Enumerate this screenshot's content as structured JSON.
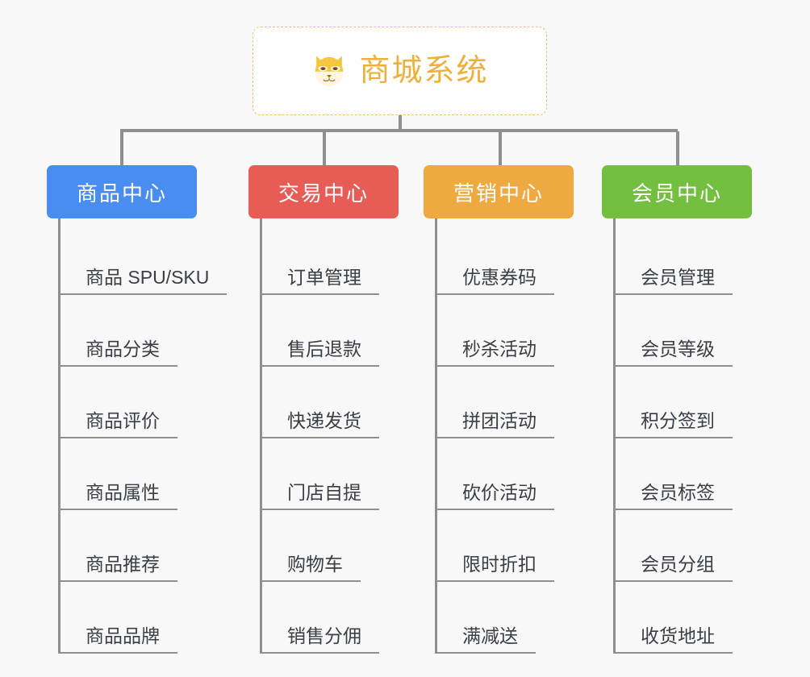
{
  "root": {
    "title": "商城系统",
    "icon": "shiba-dog-face-icon",
    "text_color": "#eeb03c",
    "border_color": "#f0c070",
    "background": "#ffffff"
  },
  "canvas": {
    "background": "#f8f8f8",
    "connector_color": "#8f8f8f"
  },
  "columns": [
    {
      "header": "商品中心",
      "color": "#4a8df0",
      "items": [
        "商品 SPU/SKU",
        "商品分类",
        "商品评价",
        "商品属性",
        "商品推荐",
        "商品品牌"
      ]
    },
    {
      "header": "交易中心",
      "color": "#e75d56",
      "items": [
        "订单管理",
        "售后退款",
        "快递发货",
        "门店自提",
        "购物车",
        "销售分佣"
      ]
    },
    {
      "header": "营销中心",
      "color": "#eeaa40",
      "items": [
        "优惠券码",
        "秒杀活动",
        "拼团活动",
        "砍价活动",
        "限时折扣",
        "满减送"
      ]
    },
    {
      "header": "会员中心",
      "color": "#73c040",
      "items": [
        "会员管理",
        "会员等级",
        "积分签到",
        "会员标签",
        "会员分组",
        "收货地址"
      ]
    }
  ]
}
